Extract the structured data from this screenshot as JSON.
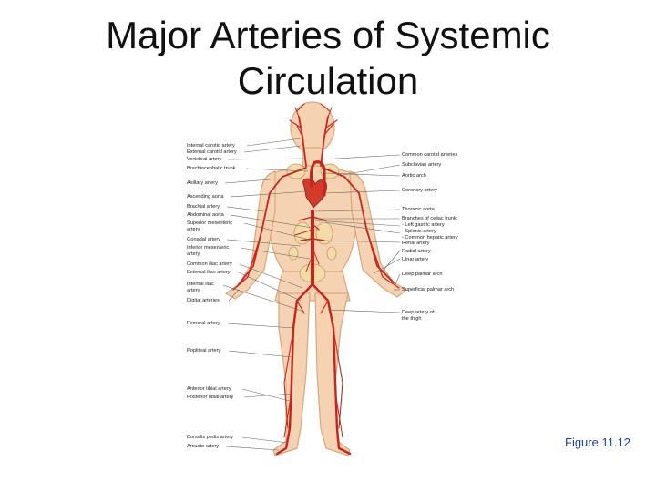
{
  "title_lines": [
    "Major Arteries of Systemic",
    "Circulation"
  ],
  "caption": "Figure 11.12",
  "colors": {
    "artery": "#c8241c",
    "skin": "#f4d2b2",
    "skin_outline": "#d9a77c",
    "caption": "#1f3f9a",
    "leader": "#666666"
  },
  "labels_left": [
    {
      "id": "l1",
      "lines": [
        "Internal carotid artery"
      ]
    },
    {
      "id": "l2",
      "lines": [
        "External carotid artery"
      ]
    },
    {
      "id": "l3",
      "lines": [
        "Vertebral artery"
      ]
    },
    {
      "id": "l4",
      "lines": [
        "Brachiocephalic trunk"
      ]
    },
    {
      "id": "l5",
      "lines": [
        "Axillary artery"
      ]
    },
    {
      "id": "l6",
      "lines": [
        "Ascending aorta"
      ]
    },
    {
      "id": "l7",
      "lines": [
        "Brachial artery"
      ]
    },
    {
      "id": "l8",
      "lines": [
        "Abdominal aorta"
      ]
    },
    {
      "id": "l9",
      "lines": [
        "Superior mesenteric",
        "artery"
      ]
    },
    {
      "id": "l10",
      "lines": [
        "Gonadal artery"
      ]
    },
    {
      "id": "l11",
      "lines": [
        "Inferior mesenteric",
        "artery"
      ]
    },
    {
      "id": "l12",
      "lines": [
        "Common iliac artery"
      ]
    },
    {
      "id": "l13",
      "lines": [
        "External iliac artery"
      ]
    },
    {
      "id": "l14",
      "lines": [
        "Internal iliac",
        "artery"
      ]
    },
    {
      "id": "l15",
      "lines": [
        "Digital arteries"
      ]
    },
    {
      "id": "l16",
      "lines": [
        "Femoral artery"
      ]
    },
    {
      "id": "l17",
      "lines": [
        "Popliteal artery"
      ]
    },
    {
      "id": "l18",
      "lines": [
        "Anterior tibial artery"
      ]
    },
    {
      "id": "l19",
      "lines": [
        "Posterior tibial artery"
      ]
    },
    {
      "id": "l20",
      "lines": [
        "Dorsalis pedis artery"
      ]
    },
    {
      "id": "l21",
      "lines": [
        "Arcuate artery"
      ]
    }
  ],
  "labels_right": [
    {
      "id": "r1",
      "lines": [
        "Common carotid arteries"
      ]
    },
    {
      "id": "r2",
      "lines": [
        "Subclavian artery"
      ]
    },
    {
      "id": "r3",
      "lines": [
        "Aortic arch"
      ]
    },
    {
      "id": "r4",
      "lines": [
        "Coronary artery"
      ]
    },
    {
      "id": "r5",
      "lines": [
        "Thoracic aorta"
      ]
    },
    {
      "id": "r6",
      "lines": [
        "Branches of celiac trunk:",
        "- Left gastric artery",
        "- Splenic artery",
        "- Common hepatic artery"
      ]
    },
    {
      "id": "r7",
      "lines": [
        "Renal artery"
      ]
    },
    {
      "id": "r8",
      "lines": [
        "Radial artery"
      ]
    },
    {
      "id": "r9",
      "lines": [
        "Ulnar artery"
      ]
    },
    {
      "id": "r10",
      "lines": [
        "Deep palmar arch"
      ]
    },
    {
      "id": "r11",
      "lines": [
        "Superficial palmar arch"
      ]
    },
    {
      "id": "r12",
      "lines": [
        "Deep artery of",
        "the thigh"
      ]
    }
  ]
}
